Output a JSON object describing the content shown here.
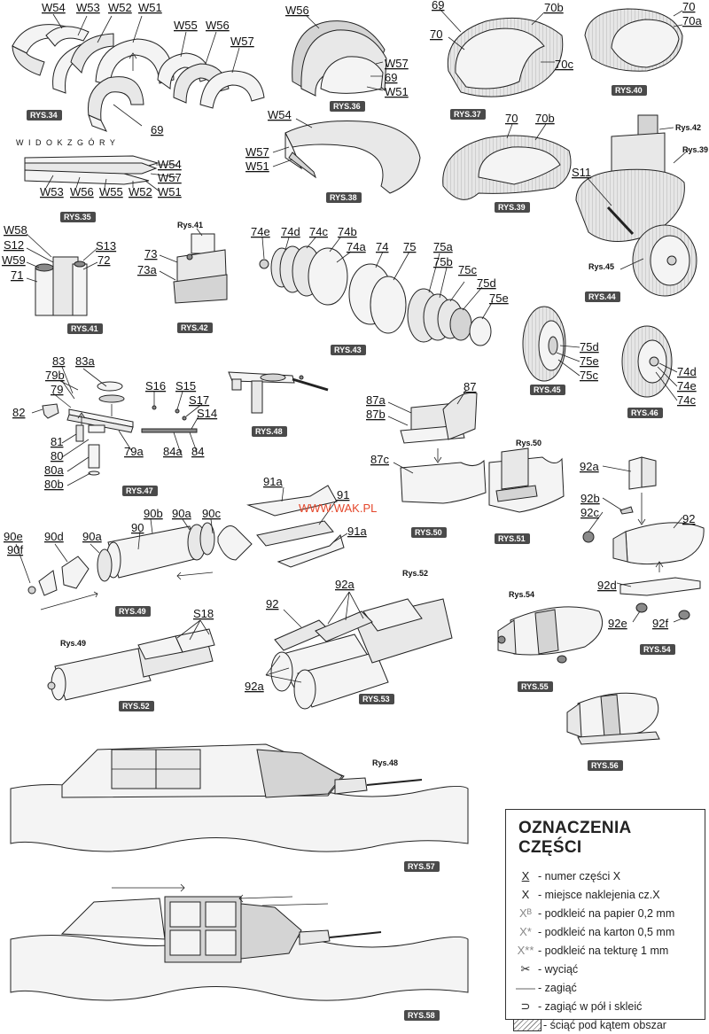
{
  "watermark": "WWW.WAK.PL",
  "legend": {
    "title": "OZNACZENIA CZĘŚCI",
    "items": [
      {
        "symbol": "X",
        "text": "- numer części X"
      },
      {
        "symbol": "X",
        "text": "- miejsce naklejenia cz.X"
      },
      {
        "symbol": "Xᴮ",
        "text": "- podkleić na papier 0,2 mm"
      },
      {
        "symbol": "X*",
        "text": "- podkleić na karton 0,5 mm"
      },
      {
        "symbol": "X**",
        "text": "- podkleić na tekturę 1 mm"
      },
      {
        "symbol": "✂",
        "text": "- wyciąć"
      },
      {
        "symbol": "",
        "text": "- zagiąć"
      },
      {
        "symbol": "⊃",
        "text": "- zagiąć w pół i skleić"
      },
      {
        "symbol": "",
        "text": "- ściąć pod kątem obszar"
      }
    ]
  },
  "figures": {
    "rys34": {
      "badge": "RYS.34",
      "labels": [
        "W54",
        "W53",
        "W52",
        "W51",
        "W55",
        "W56",
        "W57",
        "69"
      ]
    },
    "rys35": {
      "badge": "RYS.35",
      "heading": "W I D O K  Z  G Ó R Y",
      "labels": [
        "W54",
        "W57",
        "W51",
        "W53",
        "W56",
        "W55",
        "W52"
      ]
    },
    "rys36": {
      "badge": "RYS.36",
      "labels": [
        "W56",
        "W57",
        "69",
        "W51"
      ]
    },
    "rys37": {
      "badge": "RYS.37",
      "labels": [
        "69",
        "70",
        "70b",
        "70c"
      ]
    },
    "rys38": {
      "badge": "RYS.38",
      "labels": [
        "W54",
        "W57",
        "W51"
      ]
    },
    "rys39": {
      "badge": "RYS.39",
      "labels": [
        "70",
        "70b"
      ]
    },
    "rys40": {
      "badge": "RYS.40",
      "labels": [
        "70",
        "70a"
      ]
    },
    "rys41": {
      "badge": "RYS.41",
      "labels": [
        "W58",
        "S12",
        "W59",
        "71",
        "S13",
        "72"
      ]
    },
    "rys42": {
      "badge": "RYS.42",
      "ref": "Rys.41",
      "labels": [
        "73",
        "73a"
      ]
    },
    "rys43": {
      "badge": "RYS.43",
      "labels": [
        "74e",
        "74d",
        "74c",
        "74b",
        "74a",
        "74",
        "75",
        "75a",
        "75b",
        "75c",
        "75d",
        "75e"
      ]
    },
    "rys44": {
      "badge": "RYS.44",
      "refs": [
        "Rys.42",
        "Rys.39",
        "Rys.45"
      ],
      "labels": [
        "S11"
      ]
    },
    "rys45": {
      "badge": "RYS.45",
      "labels": [
        "75d",
        "75e",
        "75c"
      ]
    },
    "rys46": {
      "badge": "RYS.46",
      "labels": [
        "74d",
        "74e",
        "74c"
      ]
    },
    "rys47": {
      "badge": "RYS.47",
      "labels": [
        "83",
        "83a",
        "79b",
        "79",
        "82",
        "81",
        "80",
        "80a",
        "80b",
        "79a",
        "S16",
        "S15",
        "S17",
        "S14",
        "84a",
        "84"
      ]
    },
    "rys48": {
      "badge": "RYS.48"
    },
    "rys49": {
      "badge": "RYS.49",
      "labels": [
        "90b",
        "90a",
        "90c",
        "90",
        "90e",
        "90f",
        "90d",
        "90a"
      ]
    },
    "rys50": {
      "badge": "RYS.50",
      "labels": [
        "87a",
        "87b",
        "87",
        "87c"
      ]
    },
    "rys51": {
      "badge": "RYS.51",
      "ref": "Rys.50"
    },
    "rys52": {
      "badge": "RYS.52",
      "ref": "Rys.49",
      "labels": [
        "S18"
      ]
    },
    "rys53": {
      "badge": "RYS.53",
      "ref": "Rys.52",
      "labels": [
        "92a",
        "92",
        "92a"
      ]
    },
    "rys54": {
      "badge": "RYS.54",
      "labels": [
        "92a",
        "92b",
        "92c",
        "92",
        "92d",
        "92e",
        "92f"
      ]
    },
    "rys55": {
      "badge": "RYS.55",
      "ref": "Rys.54"
    },
    "rys56": {
      "badge": "RYS.56"
    },
    "rys57": {
      "badge": "RYS.57",
      "ref": "Rys.48"
    },
    "rys58": {
      "badge": "RYS.58"
    },
    "rys91": {
      "labels": [
        "91a",
        "91",
        "91a"
      ]
    }
  }
}
